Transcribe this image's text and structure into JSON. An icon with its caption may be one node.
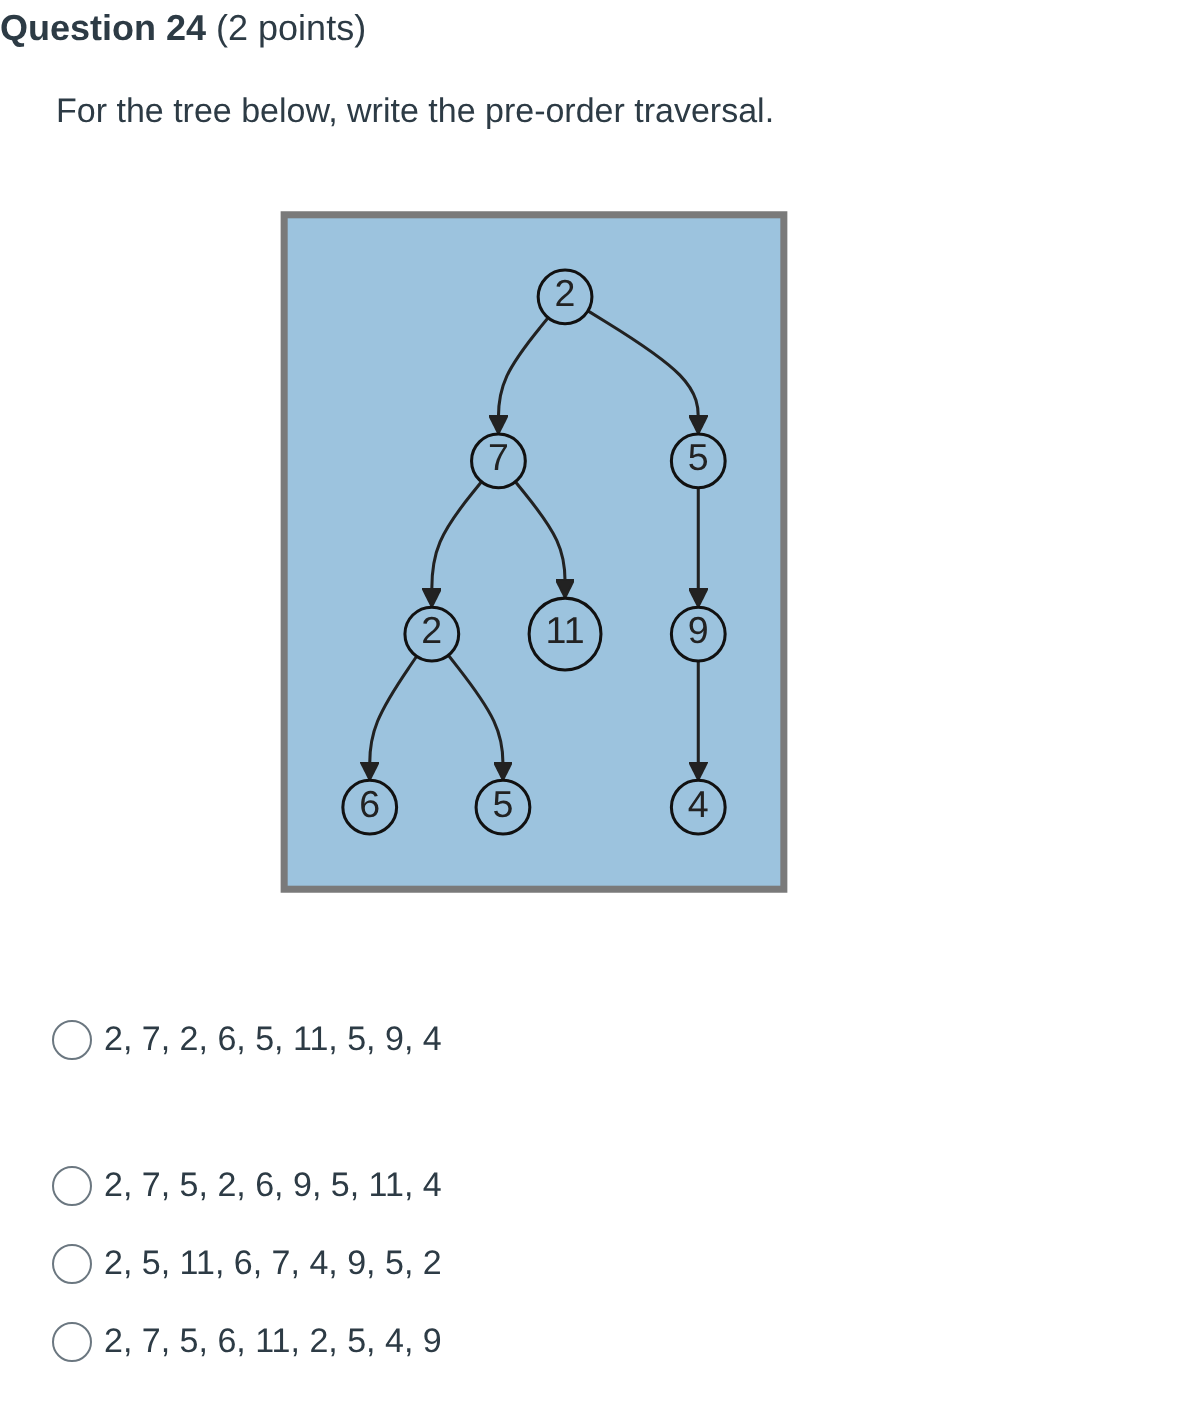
{
  "diagram": {
    "title": "**Question 24** (2 points)",
    "nodes": [
      {
        "text": [],
        "shape": "box"
      },
      {
        "text": [
          "2"
        ],
        "in": 0
      },
      {
        "text": [
          "7"
        ],
        "in": 0
      },
      {
        "text": [
          "5"
        ],
        "in": 0
      },
      {
        "text": [
          "2"
        ],
        "in": 0
      },
      {
        "text": [
          "11"
        ],
        "in": 0
      },
      {
        "text": [
          "9"
        ],
        "in": 0
      },
      {
        "text": [
          "6"
        ],
        "in": 0
      },
      {
        "text": [
          "5"
        ],
        "in": 0
      },
      {
        "text": [
          "4"
        ],
        "in": 0
      }
    ],
    "edges": [
      {
        "from": 1,
        "to": 2,
        "arrow": "to"
      },
      {
        "from": 1,
        "to": 3,
        "arrow": "to"
      },
      {
        "from": 2,
        "to": 4,
        "arrow": "to"
      },
      {
        "from": 2,
        "to": 5,
        "arrow": "to"
      },
      {
        "from": 3,
        "to": 6,
        "arrow": "to"
      },
      {
        "from": 4,
        "to": 7,
        "arrow": "to"
      },
      {
        "from": 4,
        "to": 8,
        "arrow": "to"
      },
      {
        "from": 6,
        "to": 9,
        "arrow": "to"
      }
    ],
    "labels": [
      "For the tree below, write the pre-order traversal.",
      "2, 7, 2, 6, 5, 11, 5, 9, 4",
      "2, 7, 5, 2, 6, 9, 5, 11, 4",
      "2, 5, 11, 6, 7, 4, 9, 5, 2",
      "2, 7, 5, 6, 11, 2, 5, 4, 9"
    ]
  }
}
